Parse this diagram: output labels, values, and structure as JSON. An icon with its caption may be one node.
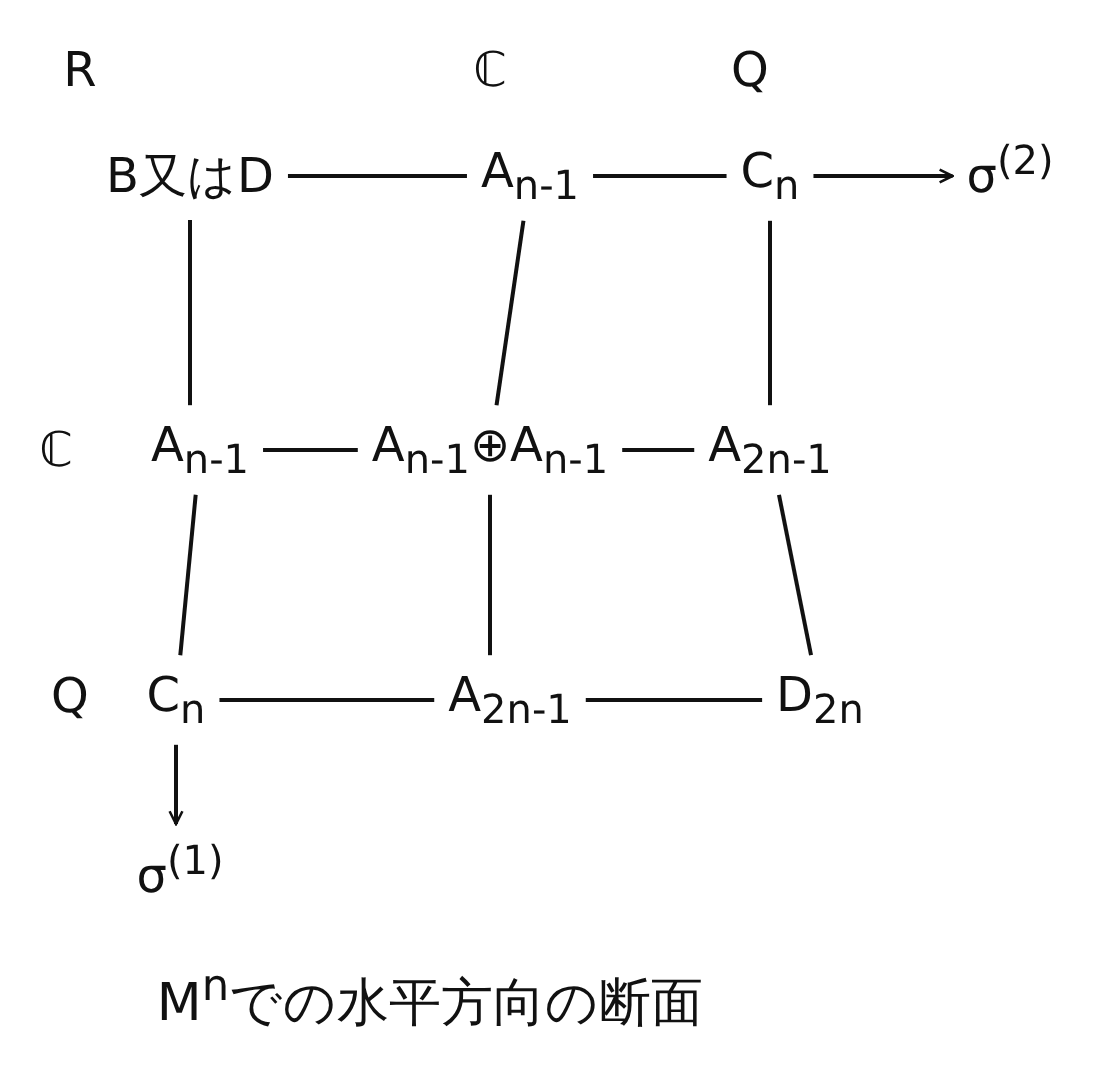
{
  "diagram": {
    "caption": "M$^{n}$での水平方向の断面",
    "nodes": [
      {
        "text": [
          "B又はD"
        ]
      },
      {
        "text": [
          "A$_{n-1}$"
        ]
      },
      {
        "text": [
          "C$_{n}$"
        ]
      },
      {
        "text": [
          "σ$^{(2)}$"
        ]
      },
      {
        "text": [
          "A$_{n-1}$"
        ]
      },
      {
        "text": [
          "A$_{n-1}$⊕A$_{n-1}$"
        ]
      },
      {
        "text": [
          "A$_{2n-1}$"
        ]
      },
      {
        "text": [
          "C$_{n}$"
        ]
      },
      {
        "text": [
          "A$_{2n-1}$"
        ]
      },
      {
        "text": [
          "D$_{2n}$"
        ]
      },
      {
        "text": [
          "σ$^{(1)}$"
        ]
      }
    ],
    "edges": [
      {
        "from": 0,
        "to": 1,
        "arrow": "none"
      },
      {
        "from": 1,
        "to": 2,
        "arrow": "none"
      },
      {
        "from": 2,
        "to": 3,
        "arrow": "to"
      },
      {
        "from": 0,
        "to": 4,
        "arrow": "none"
      },
      {
        "from": 1,
        "to": 5,
        "arrow": "none"
      },
      {
        "from": 2,
        "to": 6,
        "arrow": "none"
      },
      {
        "from": 4,
        "to": 5,
        "arrow": "none"
      },
      {
        "from": 5,
        "to": 6,
        "arrow": "none"
      },
      {
        "from": 4,
        "to": 7,
        "arrow": "none"
      },
      {
        "from": 5,
        "to": 8,
        "arrow": "none"
      },
      {
        "from": 6,
        "to": 9,
        "arrow": "none"
      },
      {
        "from": 7,
        "to": 8,
        "arrow": "none"
      },
      {
        "from": 8,
        "to": 9,
        "arrow": "none"
      },
      {
        "from": 7,
        "to": 10,
        "arrow": "to"
      }
    ],
    "labels": [
      "R",
      "ℂ",
      "Q",
      "ℂ",
      "Q"
    ]
  }
}
